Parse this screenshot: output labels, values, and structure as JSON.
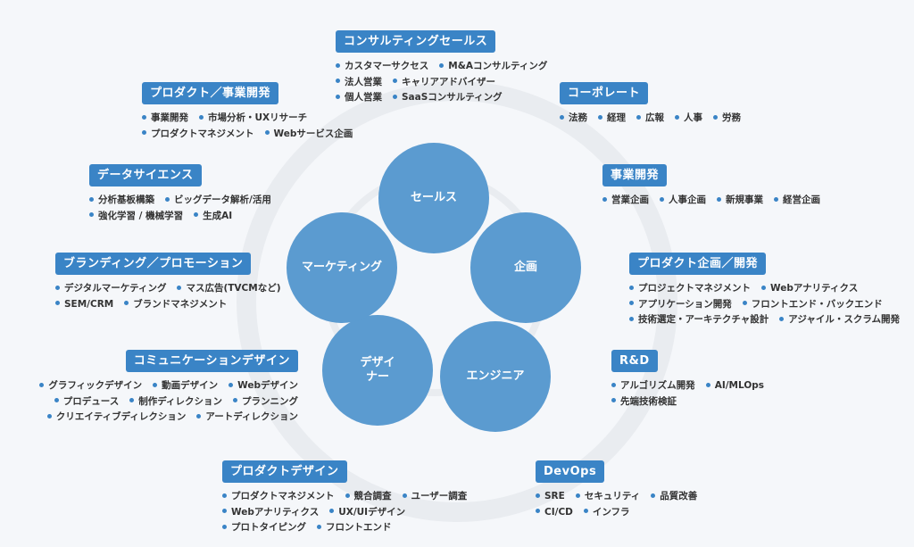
{
  "colors": {
    "label_bg": "#3a84c6",
    "circle": "#5b9bd0",
    "ring": "#e9ecf0",
    "background": "#f5f7fa"
  },
  "roles": [
    {
      "id": "sales",
      "label": "セールス"
    },
    {
      "id": "planning",
      "label": "企画"
    },
    {
      "id": "engineer",
      "label": "エンジニア"
    },
    {
      "id": "designer",
      "label": "デザイ\nナー"
    },
    {
      "id": "marketing",
      "label": "マーケティング"
    }
  ],
  "groups": [
    {
      "id": "consulting-sales",
      "label": "コンサルティングセールス",
      "rows": [
        [
          "カスタマーサクセス",
          "M&Aコンサルティング"
        ],
        [
          "法人営業",
          "キャリアアドバイザー"
        ],
        [
          "個人営業",
          "SaaSコンサルティング"
        ]
      ]
    },
    {
      "id": "product-bizdev",
      "label": "プロダクト／事業開発",
      "rows": [
        [
          "事業開発",
          "市場分析・UXリサーチ"
        ],
        [
          "プロダクトマネジメント",
          "Webサービス企画"
        ]
      ]
    },
    {
      "id": "corporate",
      "label": "コーポレート",
      "rows": [
        [
          "法務",
          "経理",
          "広報",
          "人事",
          "労務"
        ]
      ]
    },
    {
      "id": "data-science",
      "label": "データサイエンス",
      "rows": [
        [
          "分析基板構築",
          "ビッグデータ解析/活用"
        ],
        [
          "強化学習 / 機械学習",
          "生成AI"
        ]
      ]
    },
    {
      "id": "bizdev",
      "label": "事業開発",
      "rows": [
        [
          "営業企画",
          "人事企画",
          "新規事業",
          "経営企画"
        ]
      ]
    },
    {
      "id": "branding",
      "label": "ブランディング／プロモーション",
      "rows": [
        [
          "デジタルマーケティング",
          "マス広告(TVCMなど)"
        ],
        [
          "SEM/CRM",
          "ブランドマネジメント"
        ]
      ]
    },
    {
      "id": "product-planning",
      "label": "プロダクト企画／開発",
      "rows": [
        [
          "プロジェクトマネジメント",
          "Webアナリティクス"
        ],
        [
          "アプリケーション開発",
          "フロントエンド・バックエンド"
        ],
        [
          "技術選定・アーキテクチャ設計",
          "アジャイル・スクラム開発"
        ]
      ]
    },
    {
      "id": "comm-design",
      "label": "コミュニケーションデザイン",
      "rows": [
        [
          "グラフィックデザイン",
          "動画デザイン",
          "Webデザイン"
        ],
        [
          "プロデュース",
          "制作ディレクション",
          "プランニング"
        ],
        [
          "クリエイティブディレクション",
          "アートディレクション"
        ]
      ]
    },
    {
      "id": "rnd",
      "label": "R&D",
      "rows": [
        [
          "アルゴリズム開発",
          "AI/MLOps"
        ],
        [
          "先端技術検証"
        ]
      ]
    },
    {
      "id": "product-design",
      "label": "プロダクトデザイン",
      "rows": [
        [
          "プロダクトマネジメント",
          "競合調査",
          "ユーザー調査"
        ],
        [
          "Webアナリティクス",
          "UX/UIデザイン"
        ],
        [
          "プロトタイピング",
          "フロントエンド"
        ]
      ]
    },
    {
      "id": "devops",
      "label": "DevOps",
      "rows": [
        [
          "SRE",
          "セキュリティ",
          "品質改善"
        ],
        [
          "CI/CD",
          "インフラ"
        ]
      ]
    }
  ]
}
